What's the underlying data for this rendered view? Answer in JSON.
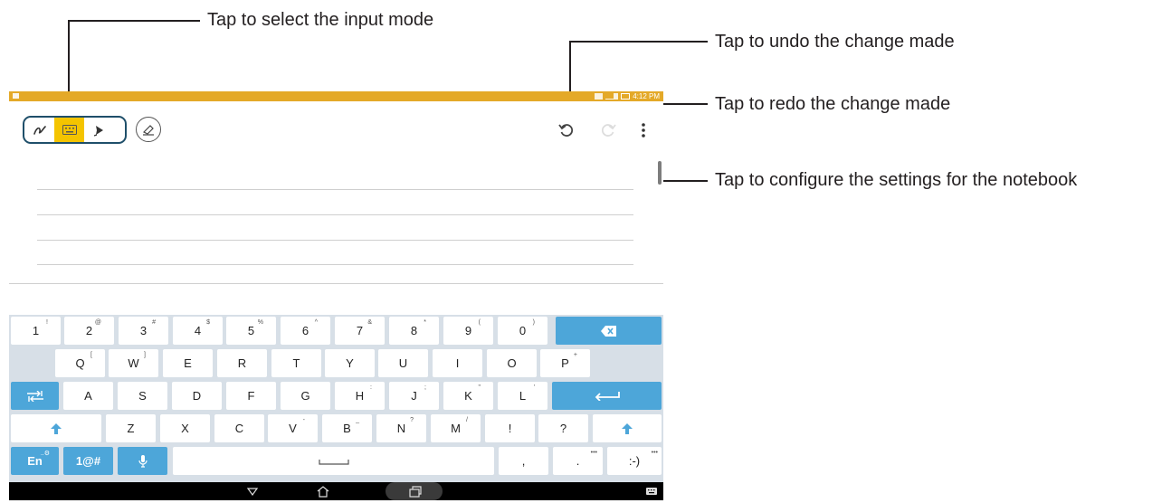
{
  "callouts": {
    "input_mode": "Tap to select the input mode",
    "undo": "Tap to undo the change made",
    "redo": "Tap to redo the change made",
    "settings": "Tap to configure the settings for the notebook"
  },
  "statusbar": {
    "time": "4:12 PM",
    "color": "#e4a928"
  },
  "toolbar": {
    "modes": [
      {
        "icon": "handwriting-icon",
        "active": false
      },
      {
        "icon": "keyboard-icon",
        "active": true
      },
      {
        "icon": "pen-icon",
        "active": false
      }
    ],
    "eraser_icon": "eraser-icon",
    "undo_icon": "undo-icon",
    "redo_icon": "redo-icon",
    "menu_icon": "more-vertical-icon",
    "active_color": "#f4c400"
  },
  "keyboard": {
    "accent": "#4da6d9",
    "row1": [
      {
        "l": "1",
        "s": "!"
      },
      {
        "l": "2",
        "s": "@"
      },
      {
        "l": "3",
        "s": "#"
      },
      {
        "l": "4",
        "s": "$"
      },
      {
        "l": "5",
        "s": "%"
      },
      {
        "l": "6",
        "s": "^"
      },
      {
        "l": "7",
        "s": "&"
      },
      {
        "l": "8",
        "s": "*"
      },
      {
        "l": "9",
        "s": "("
      },
      {
        "l": "0",
        "s": ")"
      }
    ],
    "row2": [
      {
        "l": "Q",
        "s": "["
      },
      {
        "l": "W",
        "s": "]"
      },
      {
        "l": "E",
        "s": ""
      },
      {
        "l": "R",
        "s": ""
      },
      {
        "l": "T",
        "s": ""
      },
      {
        "l": "Y",
        "s": ""
      },
      {
        "l": "U",
        "s": ""
      },
      {
        "l": "I",
        "s": ""
      },
      {
        "l": "O",
        "s": ""
      },
      {
        "l": "P",
        "s": "+"
      }
    ],
    "row3": [
      {
        "l": "A",
        "s": ""
      },
      {
        "l": "S",
        "s": ""
      },
      {
        "l": "D",
        "s": ""
      },
      {
        "l": "F",
        "s": ""
      },
      {
        "l": "G",
        "s": ""
      },
      {
        "l": "H",
        "s": ":"
      },
      {
        "l": "J",
        "s": ";"
      },
      {
        "l": "K",
        "s": "\""
      },
      {
        "l": "L",
        "s": "'"
      }
    ],
    "row4": [
      {
        "l": "Z",
        "s": ""
      },
      {
        "l": "X",
        "s": ""
      },
      {
        "l": "C",
        "s": ""
      },
      {
        "l": "V",
        "s": "-"
      },
      {
        "l": "B",
        "s": "_"
      },
      {
        "l": "N",
        "s": "?"
      },
      {
        "l": "M",
        "s": "/"
      },
      {
        "l": "!",
        "s": ""
      },
      {
        "l": "?",
        "s": ""
      }
    ],
    "lang_label": "En",
    "lang_sup": "..⚙",
    "symbols_label": "1@#",
    "comma": ",",
    "period": ".",
    "period_sup": "•••",
    "emoticon": ":-)",
    "emoticon_sup": "•••"
  }
}
